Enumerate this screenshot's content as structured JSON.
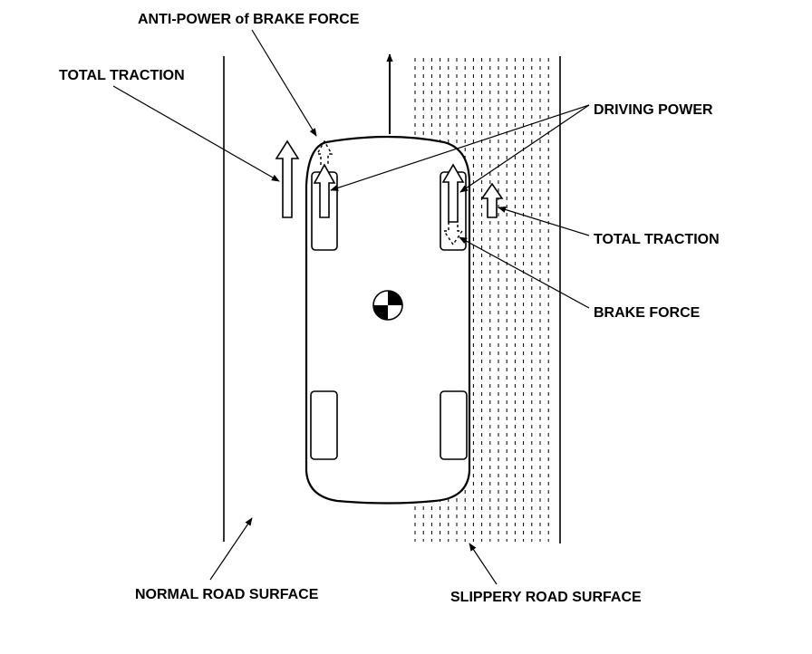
{
  "labels": {
    "anti_power_brake_force": "ANTI-POWER of BRAKE FORCE",
    "total_traction_left": "TOTAL TRACTION",
    "driving_power": "DRIVING POWER",
    "total_traction_right": "TOTAL TRACTION",
    "brake_force": "BRAKE FORCE",
    "normal_road_surface": "NORMAL ROAD SURFACE",
    "slippery_road_surface": "SLIPPERY ROAD SURFACE"
  }
}
